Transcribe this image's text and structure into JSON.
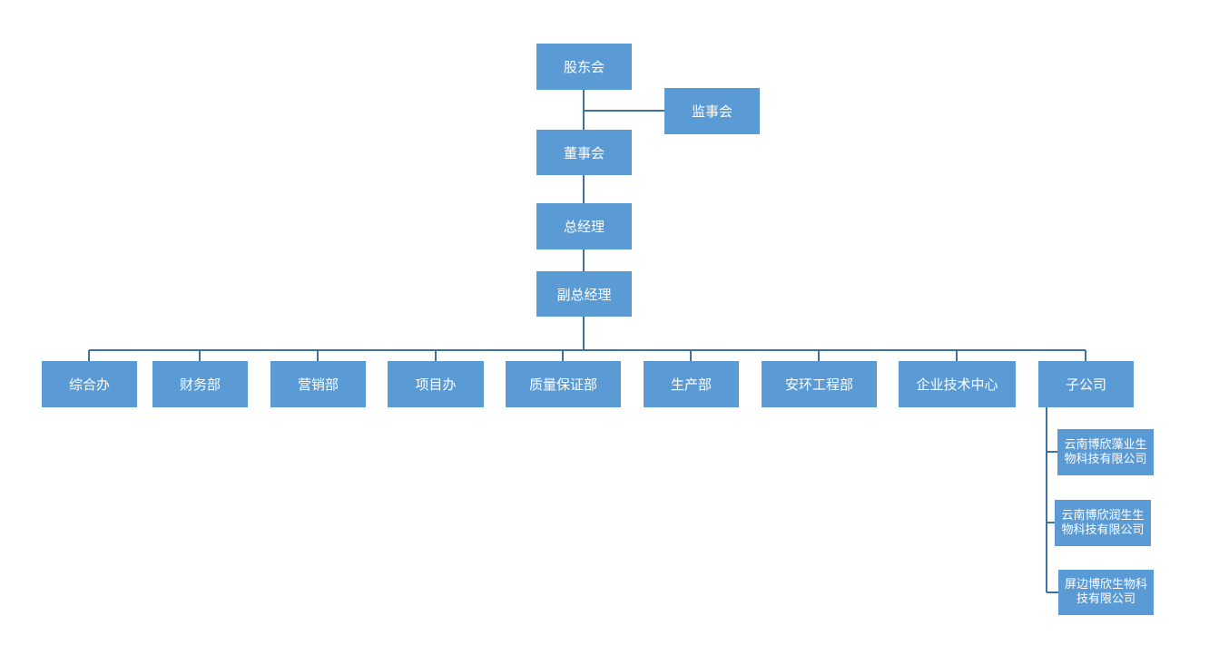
{
  "org_chart": {
    "shareholders": "股东会",
    "supervisory_board": "监事会",
    "board_of_directors": "董事会",
    "general_manager": "总经理",
    "deputy_general_manager": "副总经理",
    "departments": [
      "综合办",
      "财务部",
      "营销部",
      "项目办",
      "质量保证部",
      "生产部",
      "安环工程部",
      "企业技术中心",
      "子公司"
    ],
    "subsidiaries": [
      "云南博欣藻业生物科技有限公司",
      "云南博欣润生生物科技有限公司",
      "屏边博欣生物科技有限公司"
    ]
  },
  "colors": {
    "box_fill": "#5b9bd5",
    "connector": "#41719c",
    "text": "#ffffff"
  }
}
